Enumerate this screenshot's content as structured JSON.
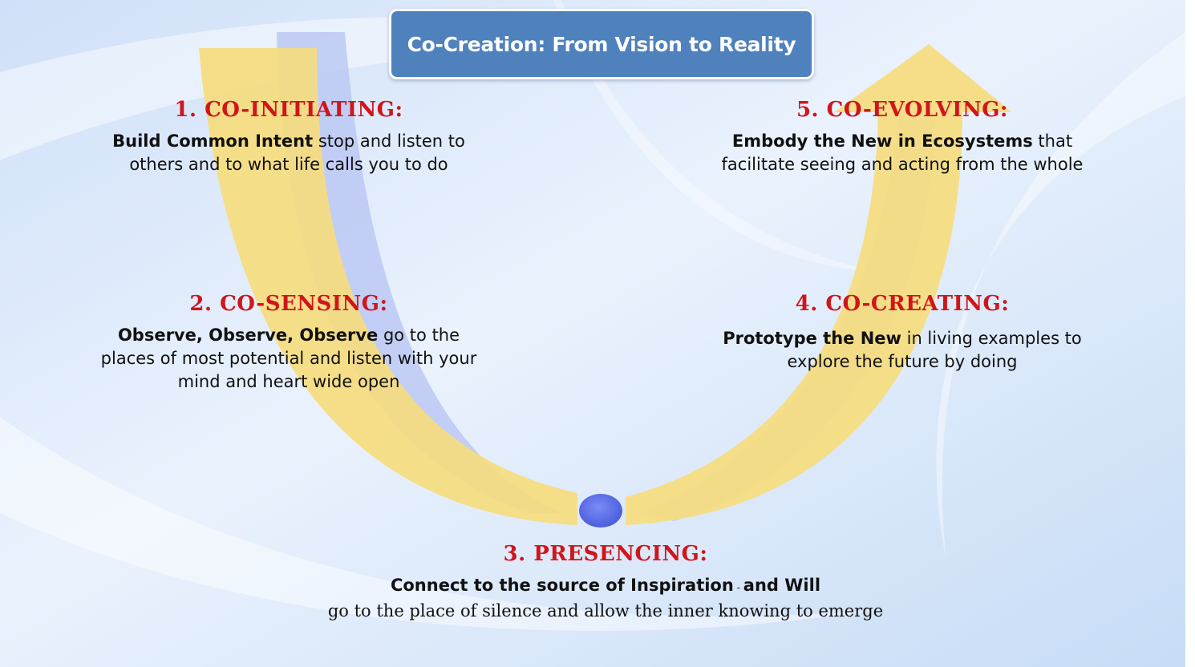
{
  "title": "Co-Creation: From Vision to Reality",
  "colors": {
    "title_bg": "#4f81bd",
    "heading": "#d0151b",
    "arrow": "#f6dc7e",
    "dot": "#5a6de8",
    "background": "#dbe8fb"
  },
  "stages": {
    "co_initiating": {
      "heading": "1. CO-INITIATING:",
      "bold": "Build Common Intent",
      "rest_line1": " stop and listen to",
      "line2": "others and to what life calls you to do"
    },
    "co_sensing": {
      "heading": "2. CO-SENSING:",
      "bold": "Observe, Observe, Observe",
      "rest_line1": " go to the",
      "line2": "places of  most potential and listen with your",
      "line3": "mind and heart wide open"
    },
    "presencing": {
      "heading": "3. PRESENCING:",
      "bold1": "Connect to the source of Inspiration",
      "sep": " - ",
      "bold2": "and Will",
      "line2": "go to the place of silence and allow the inner knowing to emerge"
    },
    "co_creating": {
      "heading": "4. CO-CREATING:",
      "bold": "Prototype the New",
      "rest_line1": " in living examples to",
      "line2": "explore the future by doing"
    },
    "co_evolving": {
      "heading": "5. CO-EVOLVING:",
      "bold": "Embody the New in Ecosystems",
      "rest_line1": " that",
      "line2": "facilitate seeing and acting from the whole"
    }
  }
}
